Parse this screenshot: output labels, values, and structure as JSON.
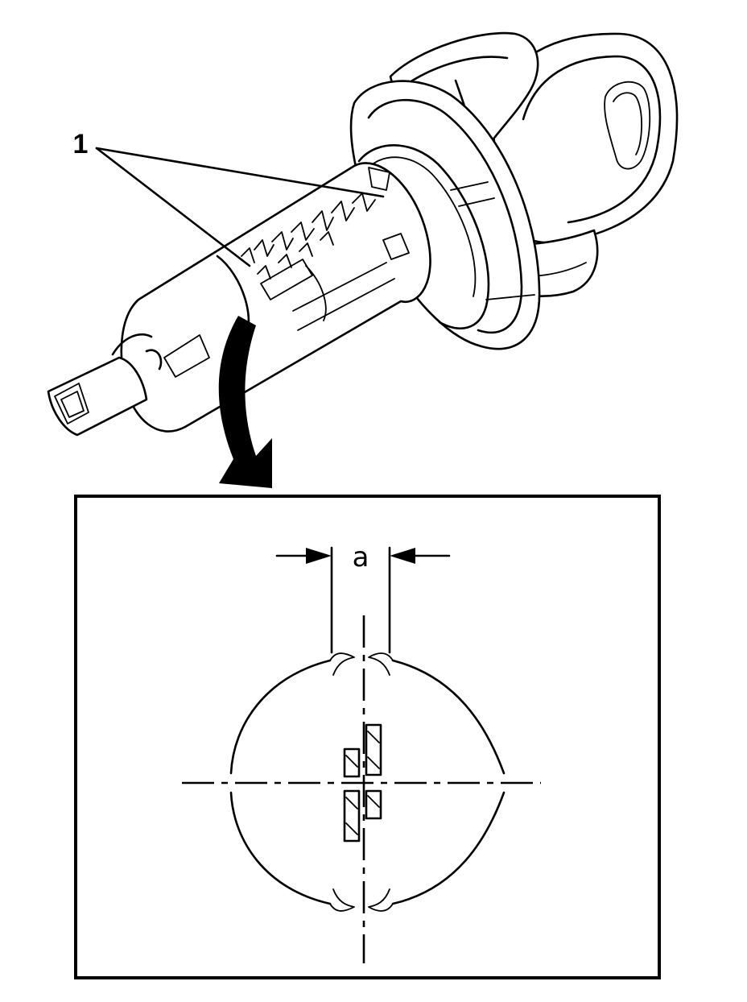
{
  "figure": {
    "callout_number": "1",
    "dimension_label": "a",
    "icons": [
      "ignition-lock-cylinder-illustration",
      "curved-arrow-icon",
      "dimension-arrow-icon"
    ]
  }
}
